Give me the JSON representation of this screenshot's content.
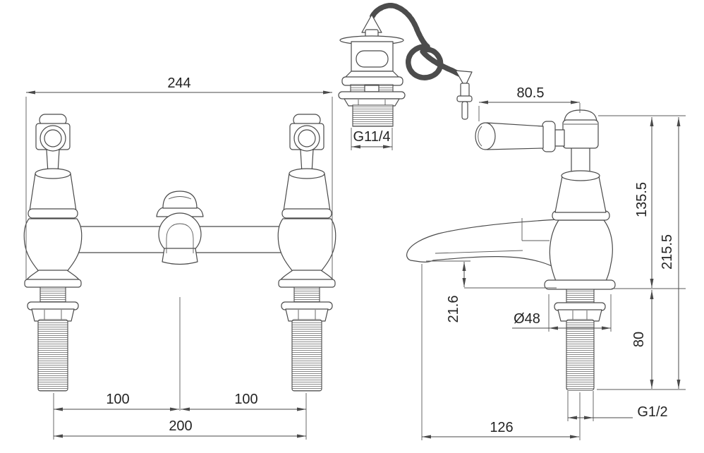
{
  "drawing_type": "tap technical dimension drawing",
  "front_view": {
    "overall_width": "244",
    "left_tap_to_centre": "100",
    "right_tap_to_centre": "100",
    "tap_centres": "200"
  },
  "waste": {
    "thread_size": "G11/4"
  },
  "side_view": {
    "handle_projection": "80.5",
    "height_to_deck": "135.5",
    "overall_height": "215.5",
    "spout_to_deck": "21.6",
    "flange_diameter": "Ø48",
    "tail_length": "80",
    "tail_thread": "G1/2",
    "spout_projection": "126"
  },
  "colors": {
    "line": "#4a4a4a",
    "text": "#242424",
    "hatch": "#8a8a8a",
    "background": "#ffffff"
  }
}
